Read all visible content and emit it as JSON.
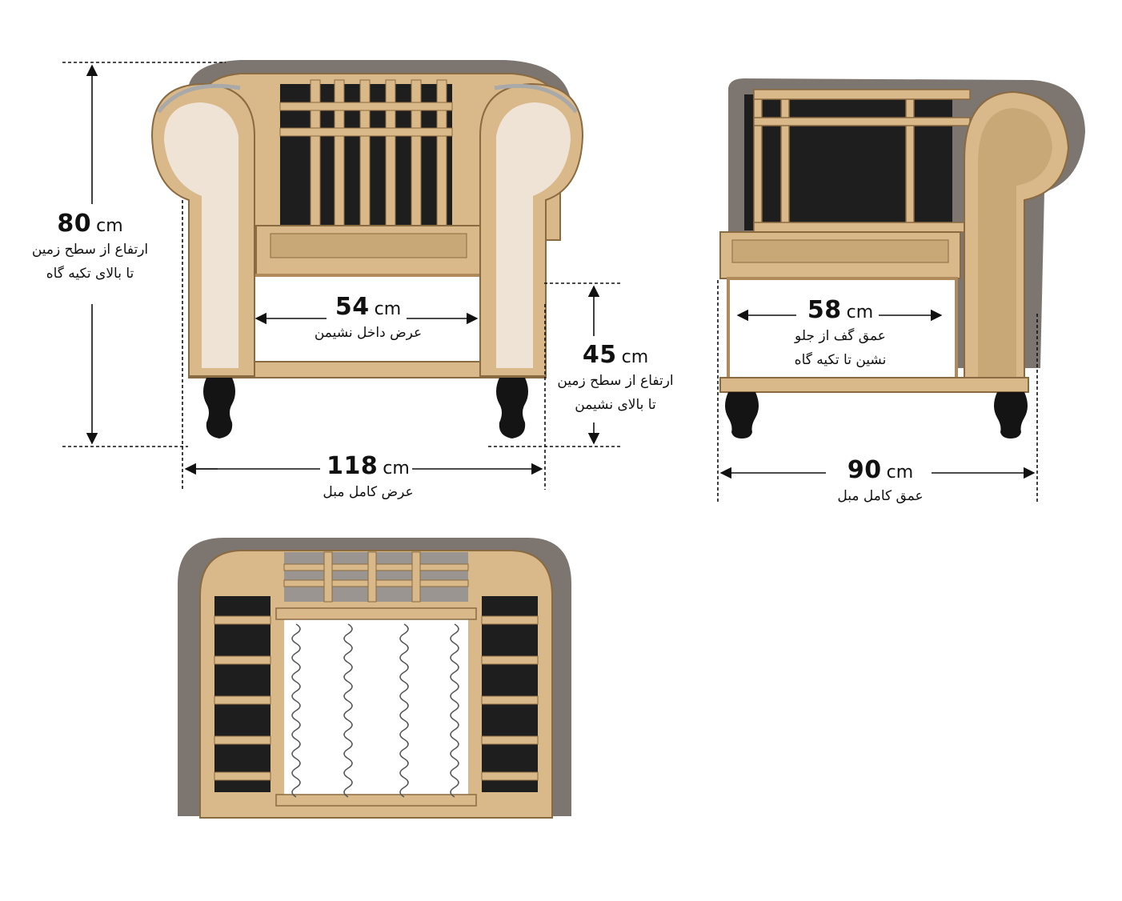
{
  "dimensions": [
    {
      "id": "height-total",
      "value": "80",
      "unit": "cm",
      "caption_lines": [
        "ارتفاع از سطح زمین",
        "تا بالای تکیه گاه"
      ]
    },
    {
      "id": "seat-width",
      "value": "54",
      "unit": "cm",
      "caption_lines": [
        "عرض داخل نشیمن"
      ]
    },
    {
      "id": "seat-height",
      "value": "45",
      "unit": "cm",
      "caption_lines": [
        "ارتفاع از سطح زمین",
        "تا بالای نشیمن"
      ]
    },
    {
      "id": "width-total",
      "value": "118",
      "unit": "cm",
      "caption_lines": [
        "عرض کامل مبل"
      ]
    },
    {
      "id": "seat-depth",
      "value": "58",
      "unit": "cm",
      "caption_lines": [
        "عمق گف از جلو",
        "نشین تا تکیه گاه"
      ]
    },
    {
      "id": "depth-total",
      "value": "90",
      "unit": "cm",
      "caption_lines": [
        "عمق کامل مبل"
      ]
    }
  ],
  "colors": {
    "wood": "#d9b98a",
    "wood_dark": "#b08a5a",
    "wood_edge": "#8a6a40",
    "leather": "#7d7570",
    "leather_dark": "#5e5752",
    "fabric": "#efe3d6",
    "interior": "#1e1e1e",
    "leg": "#141414",
    "line": "#111111"
  }
}
